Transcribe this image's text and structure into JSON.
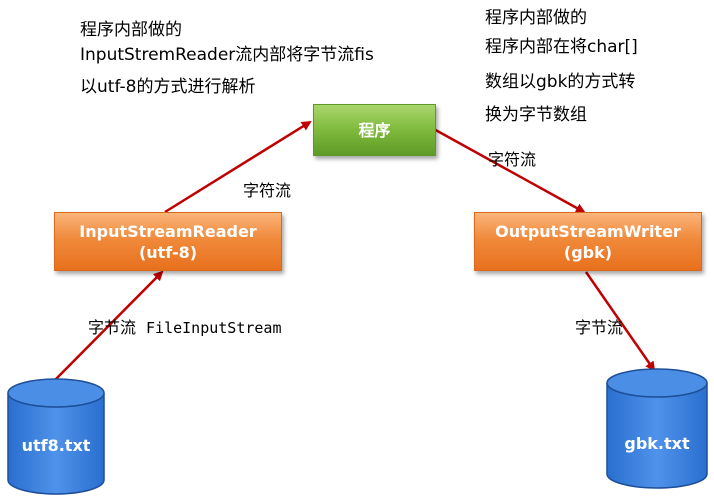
{
  "notes": {
    "left": [
      "程序内部做的",
      "InputStremReader流内部将字节流fis",
      "以utf-8的方式进行解析"
    ],
    "right": [
      "程序内部做的",
      "程序内部在将char[]",
      "数组以gbk的方式转",
      "换为字节数组"
    ]
  },
  "boxes": {
    "program": "程序",
    "reader": [
      "InputStreamReader",
      "(utf-8)"
    ],
    "writer": [
      "OutputStreamWriter",
      "(gbk)"
    ]
  },
  "labels": {
    "char_stream_left": "字符流",
    "char_stream_right": "字符流",
    "byte_stream_left": "字节流",
    "file_input_stream": "FileInputStream",
    "byte_stream_right": "字节流"
  },
  "files": {
    "source": "utf8.txt",
    "target": "gbk.txt"
  },
  "colors": {
    "arrow": "#c00000",
    "box_orange": "#f08a3b",
    "box_green": "#7fba3c",
    "cylinder": "#2e75d6"
  }
}
